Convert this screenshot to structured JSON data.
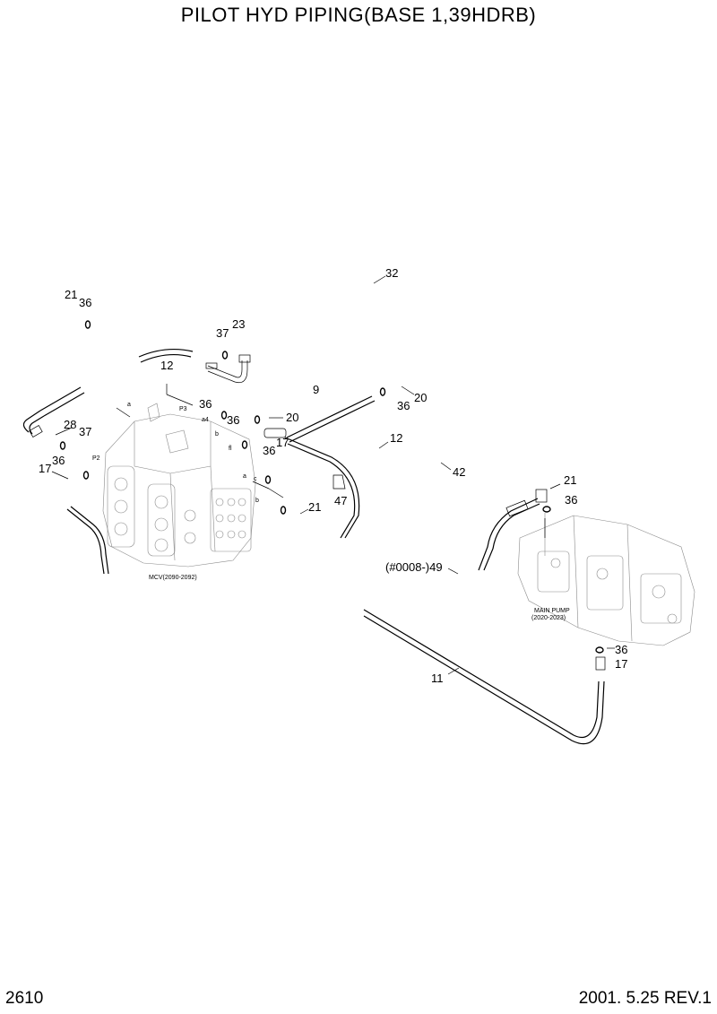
{
  "title": "PILOT HYD PIPING(BASE 1,39HDRB)",
  "page_number": "2610",
  "revision": "2001. 5.25  REV.1",
  "callouts": {
    "c32": "32",
    "c21a": "21",
    "c36a": "36",
    "c37a": "37",
    "c23": "23",
    "c12a": "12",
    "c9": "9",
    "c36b": "36",
    "c20a": "20",
    "c36c": "36",
    "c36d": "36",
    "c20b": "20",
    "c28": "28",
    "c37b": "37",
    "c12b": "12",
    "c36e": "36",
    "c17a": "17",
    "c36f": "36",
    "c17b": "17",
    "c42": "42",
    "c21b": "21",
    "c47": "47",
    "c21c": "21",
    "c36g": "36",
    "c49": "(#0008-)49",
    "c36h": "36",
    "c17c": "17",
    "c11": "11"
  },
  "ports": {
    "a": "a",
    "p3": "P3",
    "a4": "a4",
    "b": "b",
    "p2": "P2",
    "a_right": "a",
    "c": "c",
    "b_right": "b",
    "fl": "fl"
  },
  "components": {
    "mcv": "MCV(2090-2092)",
    "main_pump_line1": "MAIN PUMP",
    "main_pump_line2": "(2020-2023)"
  }
}
